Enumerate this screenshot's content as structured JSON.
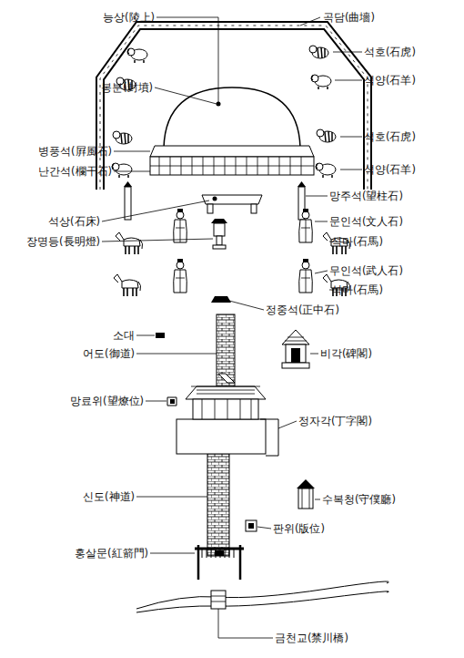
{
  "diagram": {
    "labels": [
      "능상(陵上)",
      "곡담(曲墻)",
      "석호(石虎)",
      "석양(石羊)",
      "봉분(封墳)",
      "석호(石虎)",
      "병풍석(屛風石)",
      "석양(石羊)",
      "난간석(欄干石)",
      "망주석(望柱石)",
      "석상(石床)",
      "문인석(文人石)",
      "장명등(長明燈)",
      "석마(石馬)",
      "무인석(武人石)",
      "석마(石馬)",
      "정중석(正中石)",
      "소대",
      "어도(御道)",
      "비각(碑閣)",
      "망료위(望燎位)",
      "정자각(丁字閣)",
      "신도(神道)",
      "수복청(守僕廳)",
      "판위(版位)",
      "홍살문(紅箭門)",
      "금천교(禁川橋)"
    ]
  }
}
